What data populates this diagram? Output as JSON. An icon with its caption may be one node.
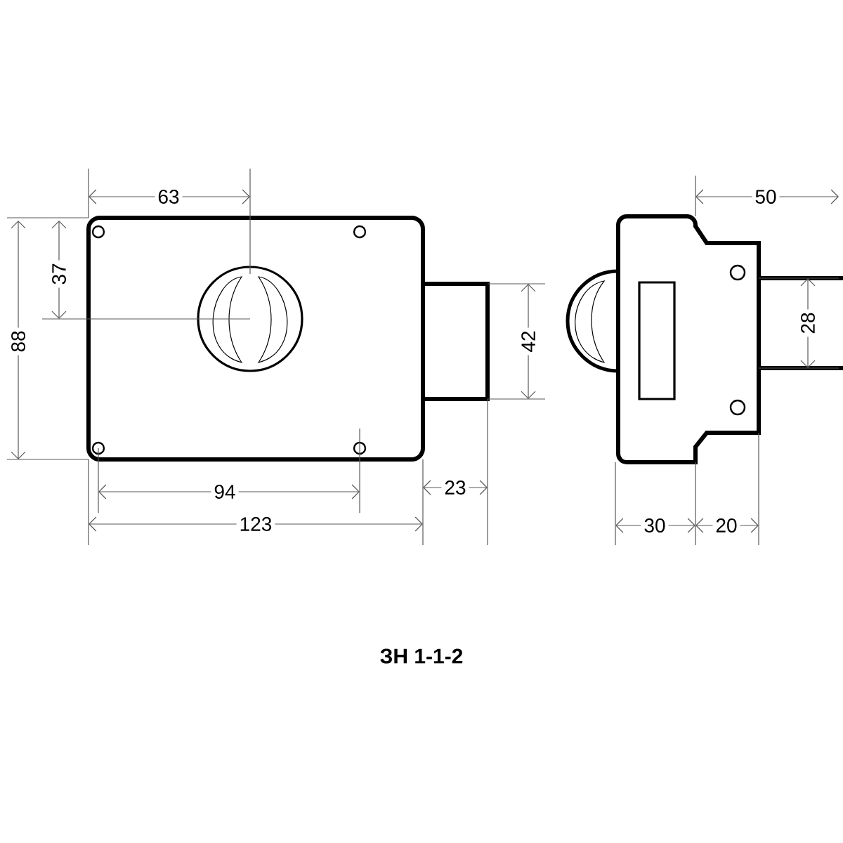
{
  "diagram": {
    "title": "ЗН 1-1-2",
    "labels": [
      "63",
      "37",
      "88",
      "42",
      "94",
      "23",
      "123",
      "50",
      "28",
      "30",
      "20"
    ]
  }
}
